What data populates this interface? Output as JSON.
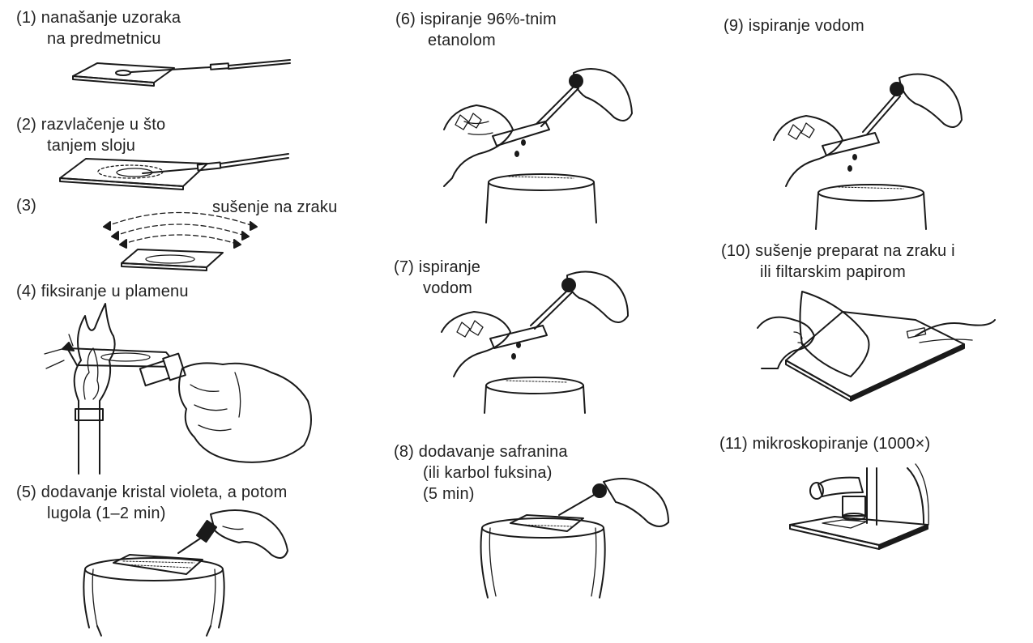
{
  "steps": {
    "s1": {
      "line1": "(1) nanašanje uzoraka",
      "line2": "na predmetnicu"
    },
    "s2": {
      "line1": "(2) razvlačenje u što",
      "line2": "tanjem sloju"
    },
    "s3": {
      "line1": "(3)",
      "line2": "sušenje na zraku"
    },
    "s4": {
      "line1": "(4) fiksiranje u plamenu"
    },
    "s5": {
      "line1": "(5) dodavanje kristal violeta, a potom",
      "line2": "lugola (1–2 min)"
    },
    "s6": {
      "line1": "(6) ispiranje 96%-tnim",
      "line2": "etanolom"
    },
    "s7": {
      "line1": "(7) ispiranje",
      "line2": "vodom"
    },
    "s8": {
      "line1": "(8) dodavanje safranina",
      "line2": "(ili karbol fuksina)",
      "line3": "(5 min)"
    },
    "s9": {
      "line1": "(9) ispiranje vodom"
    },
    "s10": {
      "line1": "(10) sušenje preparat na zraku i",
      "line2": "ili filtarskim papirom"
    },
    "s11": {
      "line1": "(11) mikroskopiranje (1000×)"
    }
  }
}
